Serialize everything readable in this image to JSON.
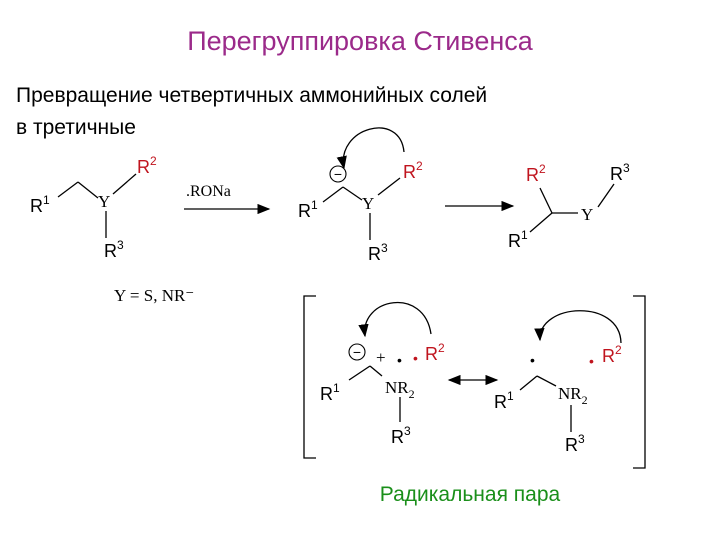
{
  "title": "Перегруппировка Стивенса",
  "subtitle_line1": "Превращение четвертичных аммонийных солей",
  "subtitle_line2": "в третичные",
  "colors": {
    "title": "#9b2a8a",
    "accent_red": "#c0141e",
    "caption": "#1a8f1a"
  },
  "labels": {
    "R": "R",
    "sup1": "1",
    "sup2": "2",
    "sup3": "3",
    "Y": "Y",
    "NR": "NR",
    "sub2": "2",
    "minus": "−",
    "plus": "+",
    "dot": "•"
  },
  "reagent": "RONa",
  "y_definition": "Y = S, NR⁻",
  "caption": "Радикальная пара"
}
